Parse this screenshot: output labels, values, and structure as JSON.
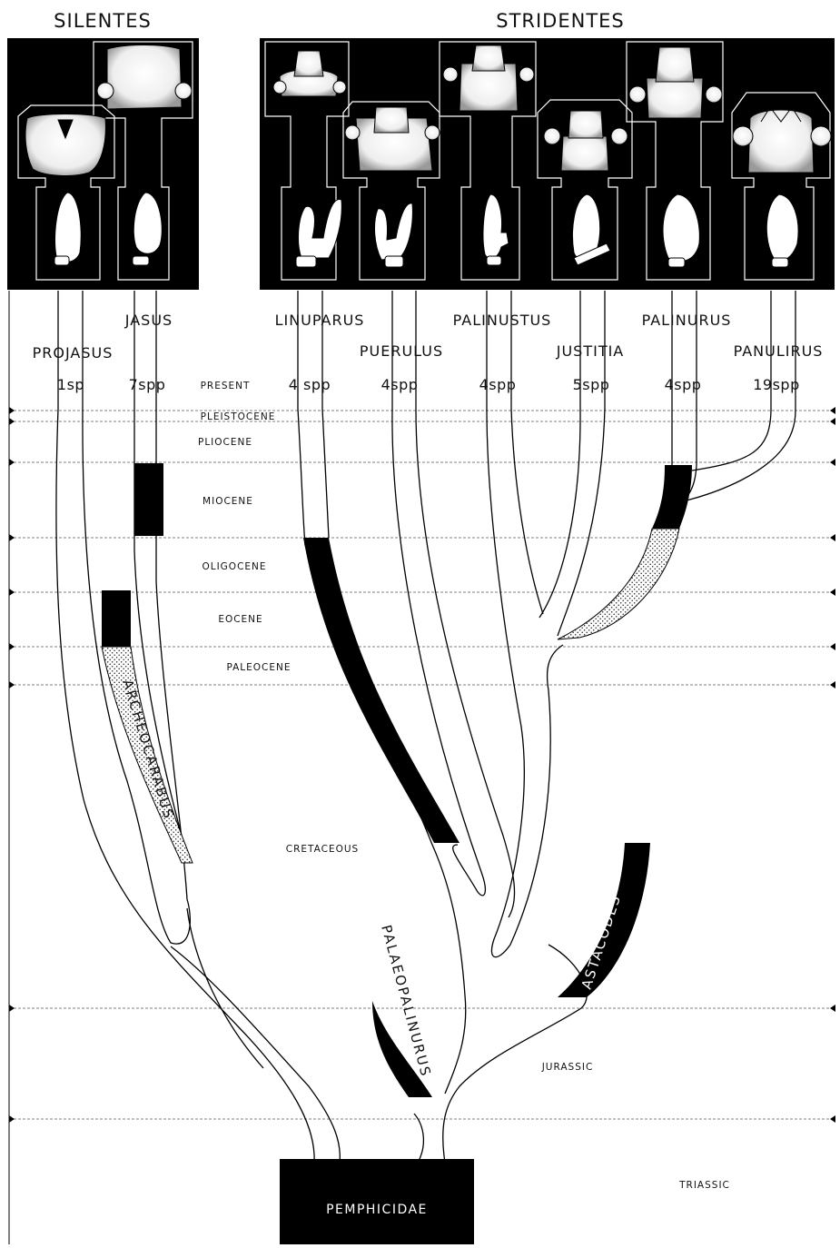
{
  "groups": {
    "left": "SILENTES",
    "right": "STRIDENTES"
  },
  "genera": [
    {
      "name": "PROJASUS",
      "count": "1sp"
    },
    {
      "name": "JASUS",
      "count": "7spp"
    },
    {
      "name": "LINUPARUS",
      "count": "4 spp"
    },
    {
      "name": "PUERULUS",
      "count": "4spp"
    },
    {
      "name": "PALINUSTUS",
      "count": "4spp"
    },
    {
      "name": "JUSTITIA",
      "count": "5spp"
    },
    {
      "name": "PALINURUS",
      "count": "4spp"
    },
    {
      "name": "PANULIRUS",
      "count": "19spp"
    }
  ],
  "periods": [
    "PRESENT",
    "PLEISTOCENE",
    "PLIOCENE",
    "MIOCENE",
    "OLIGOCENE",
    "EOCENE",
    "PALEOCENE",
    "CRETACEOUS",
    "JURASSIC",
    "TRIASSIC"
  ],
  "fossils": {
    "archeocarabus": "ARCHEOCARABUS",
    "palaeopalinurus": "PALAEOPALINURUS",
    "astacodes": "ASTACODES"
  },
  "ancestor": "PEMPHICIDAE"
}
